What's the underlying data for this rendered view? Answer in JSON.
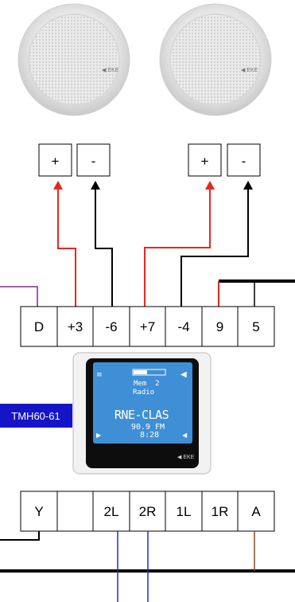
{
  "speaker_terminals": {
    "left": {
      "plus": "+",
      "minus": "-"
    },
    "right": {
      "plus": "+",
      "minus": "-"
    }
  },
  "amp_terminals": [
    "D",
    "+3",
    "-6",
    "+7",
    "-4",
    "9",
    "5"
  ],
  "module_tag": "TMH60-61",
  "display": {
    "mem_line": "Mem  2",
    "source_line": "Radio",
    "station": "RNE-CLAS",
    "frequency": "90.9 FM",
    "time": "8:28",
    "brand": "◀ EKE"
  },
  "speaker_brand": "◀ EKE",
  "bottom_terminals": [
    "Y",
    "",
    "2L",
    "2R",
    "1L",
    "1R",
    "A"
  ],
  "colors": {
    "red_wire": "#e8271f",
    "black_wire": "#000000",
    "purple_wire": "#7b2a8c",
    "blue_wire": "#1a2bd6",
    "brown_wire": "#8b4a1e",
    "tag_bg": "#1515c8",
    "lcd_bg": "#3f8fd6"
  }
}
